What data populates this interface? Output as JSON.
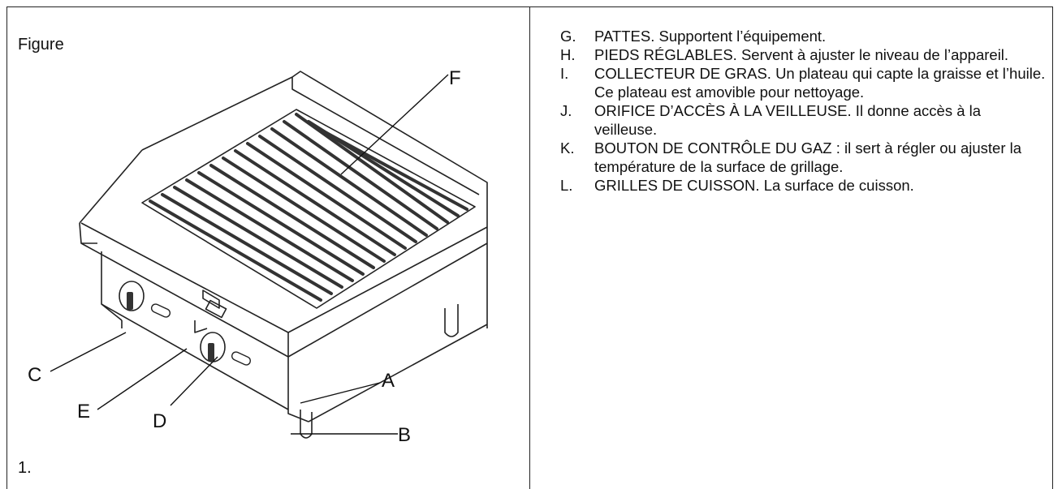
{
  "figure": {
    "caption": "Figure",
    "number": "1.",
    "callouts": [
      "A",
      "B",
      "C",
      "D",
      "E",
      "F"
    ],
    "illustration": "charbroiler-icon"
  },
  "parts": [
    {
      "letter": "G.",
      "text": "PATTES. Supportent l’équipement."
    },
    {
      "letter": "H.",
      "text": "PIEDS RÉGLABLES. Servent à ajuster le niveau de l’appareil."
    },
    {
      "letter": "I.",
      "text": "COLLECTEUR DE GRAS. Un plateau qui capte la graisse et l’huile. Ce plateau est amovible pour nettoyage."
    },
    {
      "letter": "J.",
      "text": "ORIFICE D’ACCÈS À LA VEILLEUSE. Il donne accès à la veilleuse."
    },
    {
      "letter": "K.",
      "text": "BOUTON DE CONTRÔLE DU GAZ : il sert à régler ou ajuster la température de la surface de grillage."
    },
    {
      "letter": "L.",
      "text": "GRILLES DE CUISSON. La surface de cuisson."
    }
  ]
}
